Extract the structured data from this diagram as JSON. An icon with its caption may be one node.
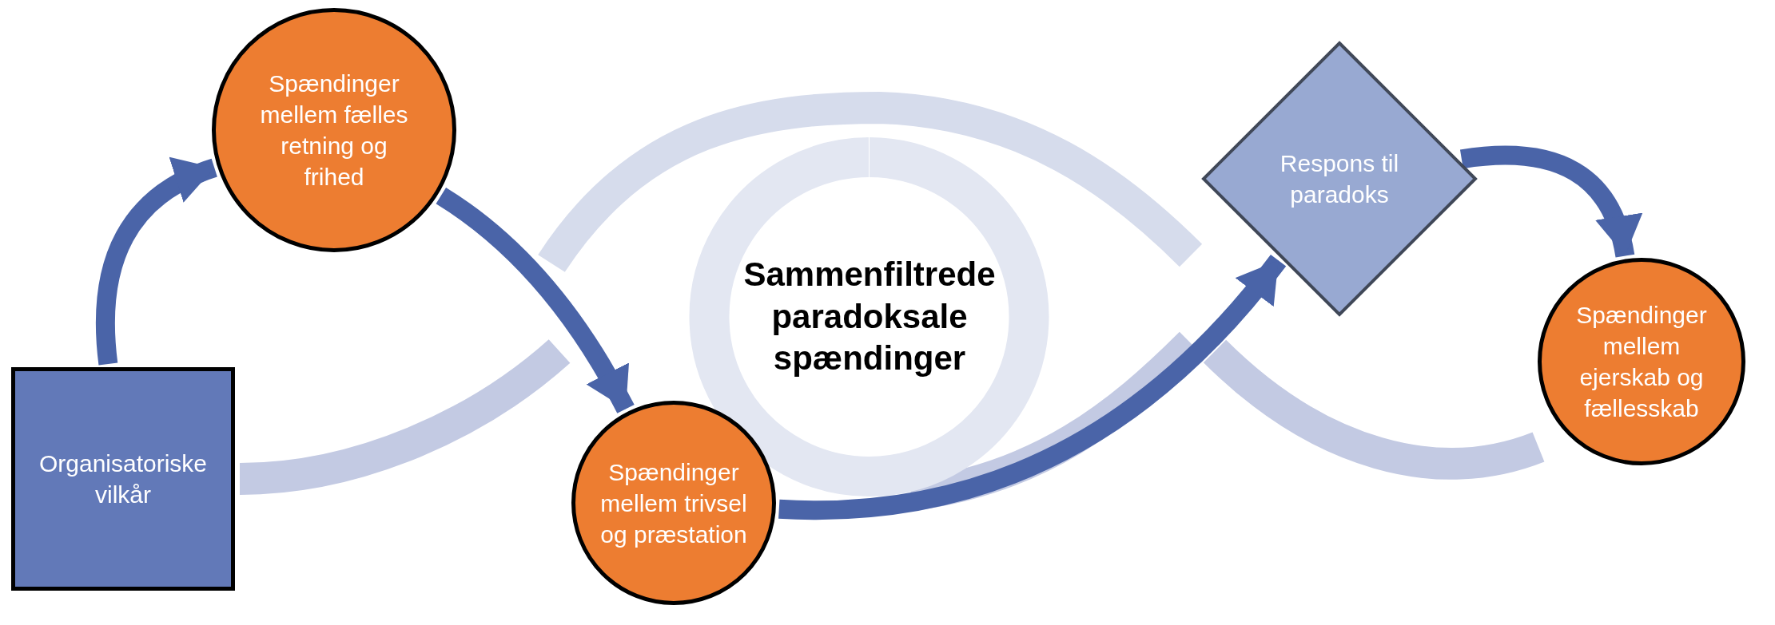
{
  "diagram": {
    "nodes": [
      {
        "text": [
          "Spændinger mellem fælles retning og frihed"
        ]
      },
      {
        "text": [
          "Organisatoriske vilkår"
        ]
      },
      {
        "text": [
          "Spændinger mellem trivsel og præstation"
        ]
      },
      {
        "text": [
          "Sammenfiltrede paradoksale spændinger"
        ]
      },
      {
        "text": [
          "Respons til paradoks"
        ]
      },
      {
        "text": [
          "Spændinger mellem ejerskab og fællesskab"
        ]
      }
    ],
    "edges": [
      {
        "from": 1,
        "to": 0,
        "arrow": "to"
      },
      {
        "from": 0,
        "to": 2,
        "arrow": "to"
      },
      {
        "from": 2,
        "to": 4,
        "arrow": "to"
      },
      {
        "from": 4,
        "to": 5,
        "arrow": "to"
      }
    ]
  }
}
